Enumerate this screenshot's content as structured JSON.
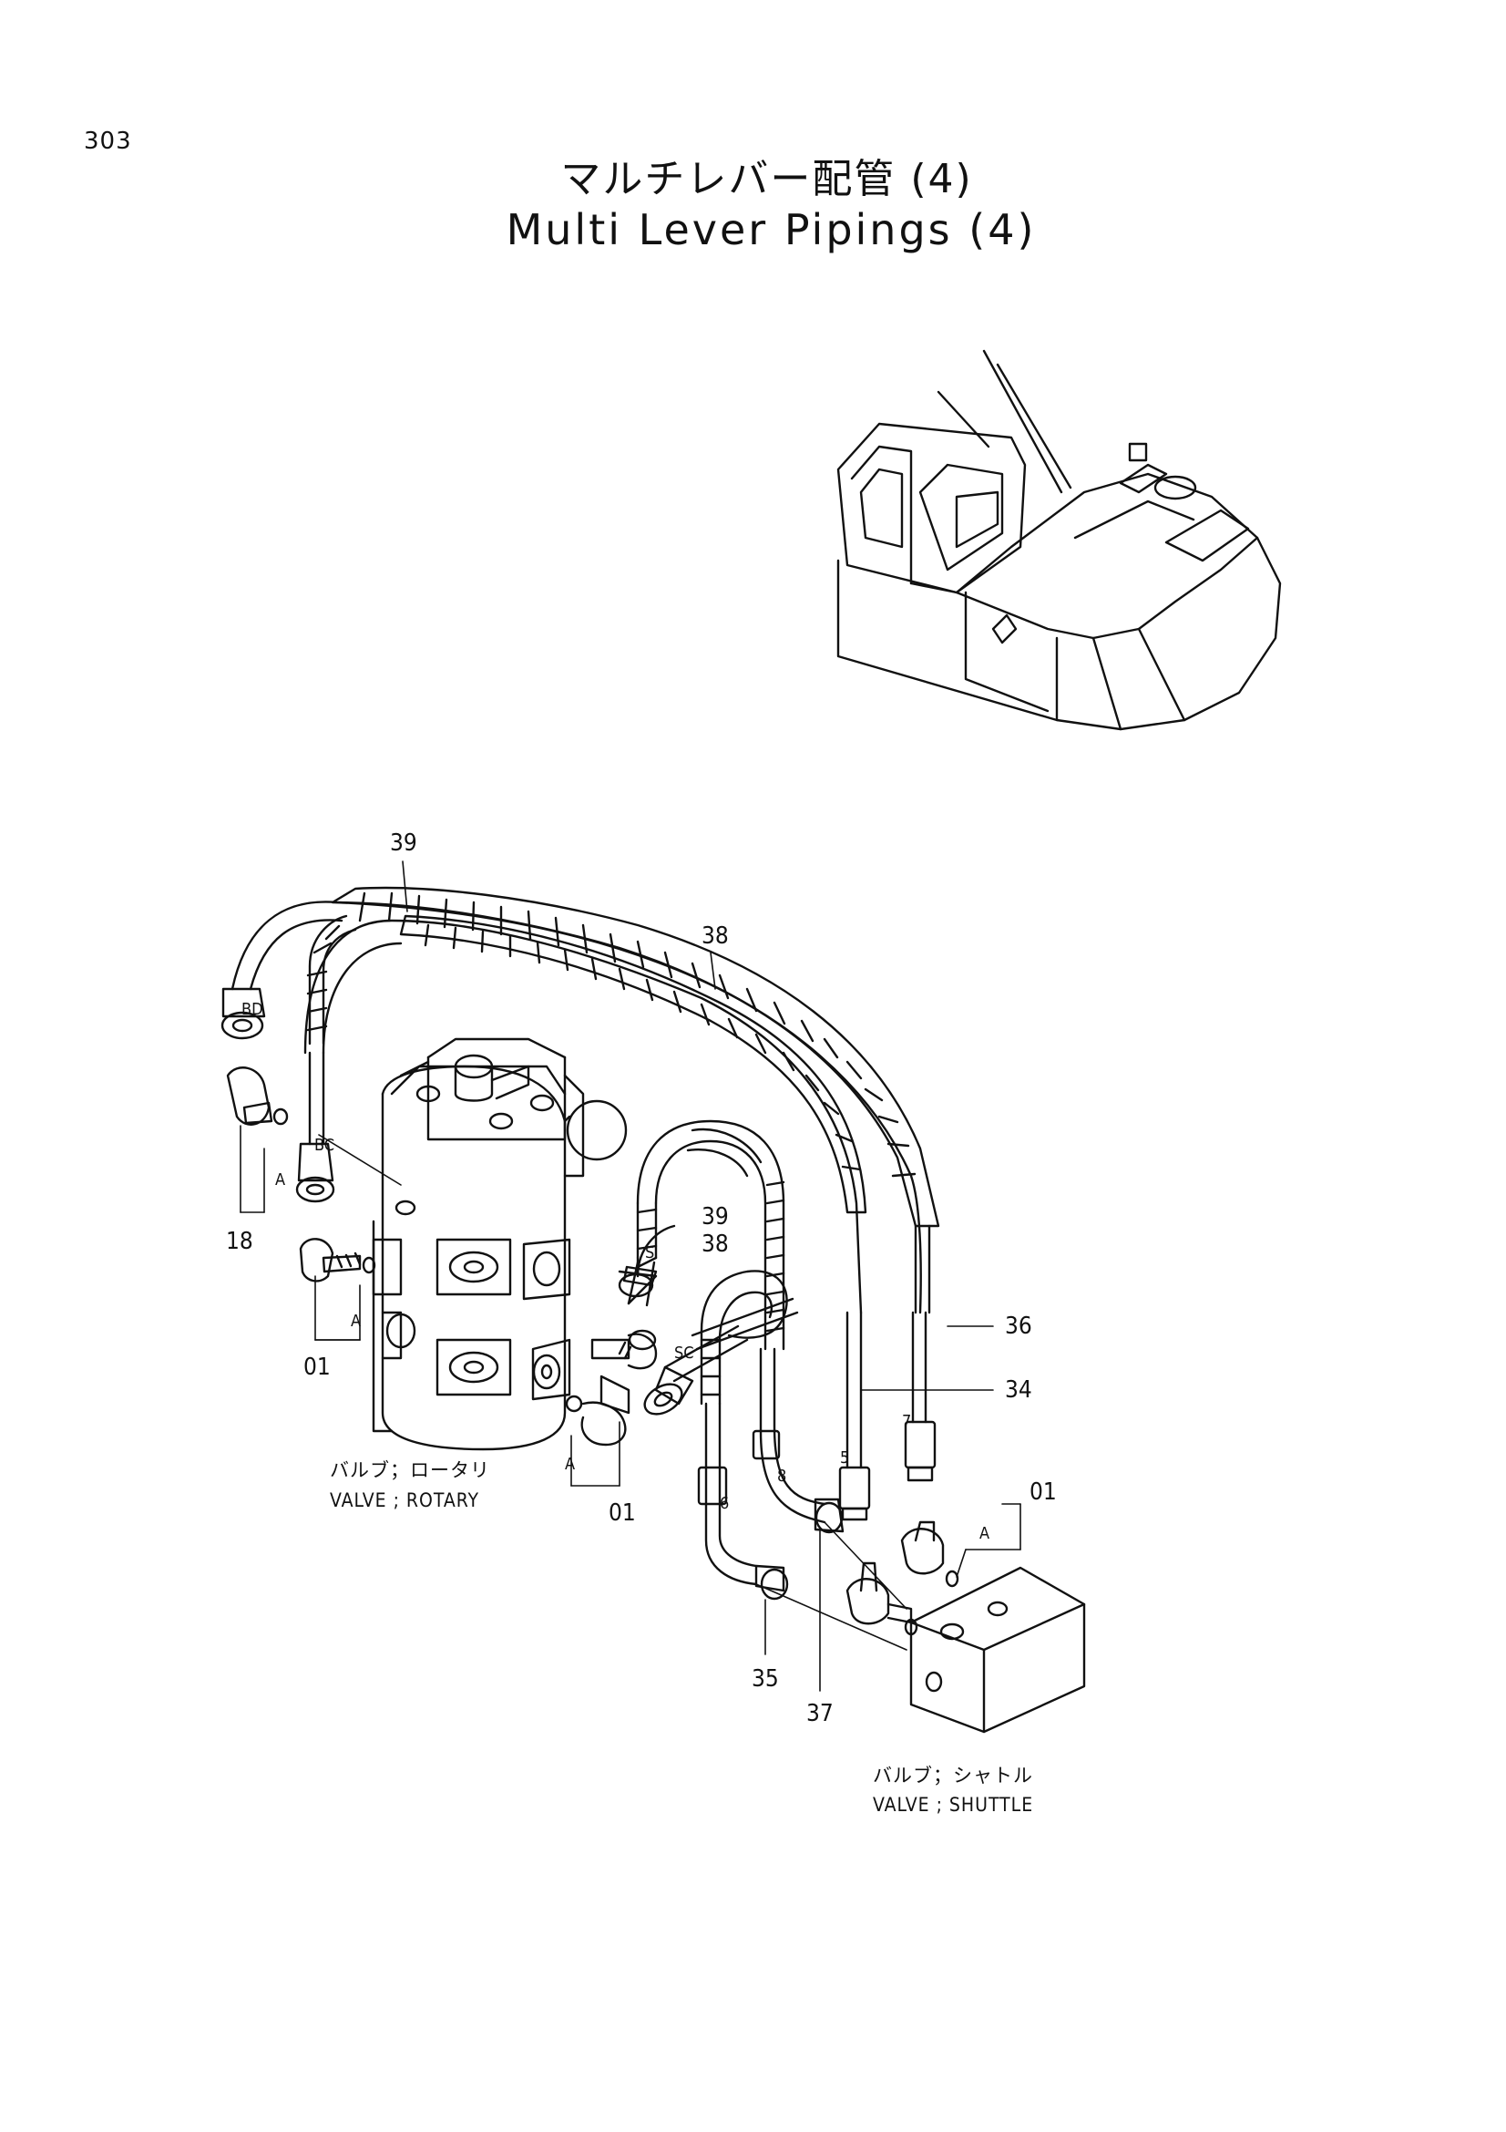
{
  "page_number": "303",
  "title_jp": "マルチレバー配管 (4)",
  "title_en": "Multi Lever Pipings (4)",
  "callouts": {
    "c39_top": "39",
    "c38_top": "38",
    "c18": "18",
    "c01_left": "01",
    "c01_mid": "01",
    "c01_right": "01",
    "c39_mid": "39",
    "c38_mid": "38",
    "c36": "36",
    "c34": "34",
    "c35": "35",
    "c37": "37",
    "pos5": "5",
    "pos6": "6",
    "pos7": "7",
    "pos8": "8"
  },
  "port_labels": {
    "bd": "BD",
    "bc": "BC",
    "s": "S",
    "sc": "SC",
    "a1": "A",
    "a2": "A",
    "a3": "A",
    "a4": "A"
  },
  "components": {
    "rotary_jp": "バルブ；ロータリ",
    "rotary_en": "VALVE ; ROTARY",
    "shuttle_jp": "バルブ；シャトル",
    "shuttle_en": "VALVE ; SHUTTLE"
  }
}
